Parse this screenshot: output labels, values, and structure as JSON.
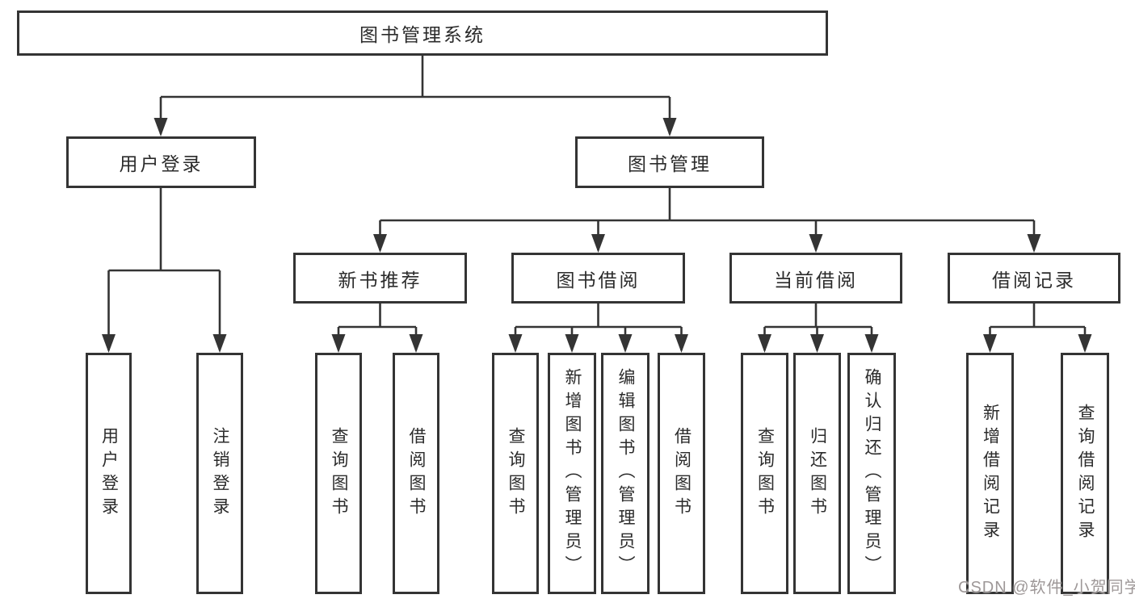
{
  "tree": {
    "root": {
      "label": "图书管理系统"
    },
    "level2": [
      {
        "label": "用户登录",
        "children": [
          {
            "label": "用户登录"
          },
          {
            "label": "注销登录"
          }
        ]
      },
      {
        "label": "图书管理",
        "children": [
          {
            "label": "新书推荐",
            "children": [
              {
                "label": "查询图书"
              },
              {
                "label": "借阅图书"
              }
            ]
          },
          {
            "label": "图书借阅",
            "children": [
              {
                "label": "查询图书"
              },
              {
                "label": "新增图书（管理员）"
              },
              {
                "label": "编辑图书（管理员）"
              },
              {
                "label": "借阅图书"
              }
            ]
          },
          {
            "label": "当前借阅",
            "children": [
              {
                "label": "查询图书"
              },
              {
                "label": "归还图书"
              },
              {
                "label": "确认归还（管理员）"
              }
            ]
          },
          {
            "label": "借阅记录",
            "children": [
              {
                "label": "新增借阅记录"
              },
              {
                "label": "查询借阅记录"
              }
            ]
          }
        ]
      }
    ]
  },
  "watermark": {
    "text": "CSDN @软件_小贺同学"
  },
  "colors": {
    "background": "#ffffff",
    "line": "#343434",
    "box_border": "#343434",
    "text": "#2b2b2b",
    "watermark": "#9e9898"
  }
}
